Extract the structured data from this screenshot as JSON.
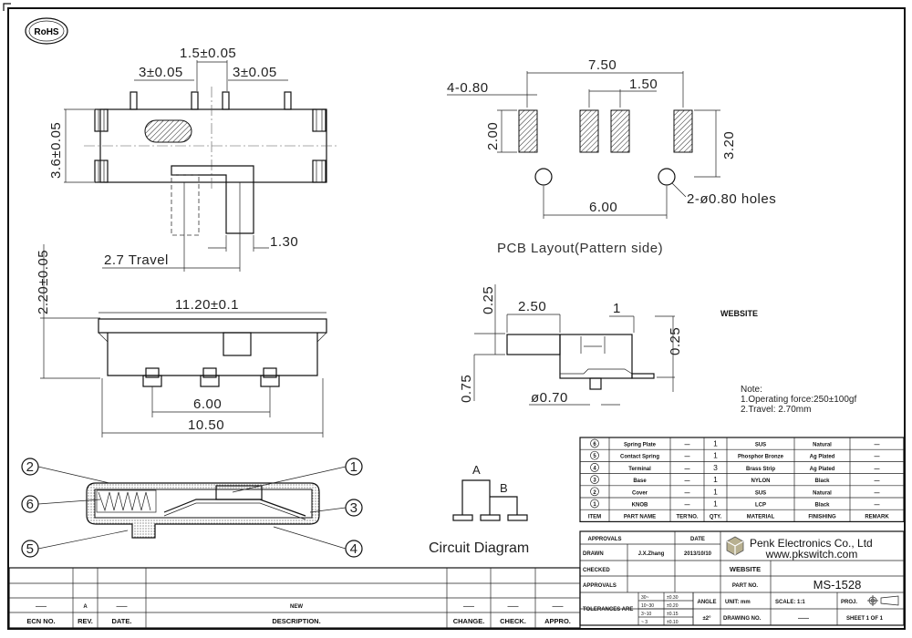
{
  "logo": {
    "text": "RoHS"
  },
  "top_view": {
    "dim_pitch_center": "1.5±0.05",
    "dim_pitch_left": "3±0.05",
    "dim_pitch_right": "3±0.05",
    "dim_width": "3.6±0.05",
    "dim_knob": "1.30",
    "dim_travel": "2.7 Travel"
  },
  "side_view": {
    "dim_height": "2.20±0.05",
    "dim_length": "11.20±0.1",
    "dim_pin_span": "6.00",
    "dim_foot_span": "10.50"
  },
  "section_view": {
    "balloons": [
      "2",
      "6",
      "5",
      "1",
      "3",
      "4"
    ]
  },
  "circuit": {
    "label_a": "A",
    "label_b": "B",
    "title": "Circuit Diagram"
  },
  "pcb": {
    "dim_total": "7.50",
    "dim_pads": "4-0.80",
    "dim_pitch": "1.50",
    "dim_pad_h": "2.00",
    "dim_row": "3.20",
    "dim_holes_span": "6.00",
    "holes": "2-ø0.80 holes",
    "title": "PCB Layout(Pattern side)"
  },
  "end_view": {
    "dim_top": "0.25",
    "dim_lever": "2.50",
    "dim_one": "1",
    "dim_right": "0.25",
    "dim_left": "0.75",
    "dim_pin": "ø0.70"
  },
  "website_label": "WEBSITE",
  "notes": {
    "title": "Note:",
    "line1": "1.Operating  force:250±100gf",
    "line2": "2.Travel:  2.70mm"
  },
  "bom": {
    "headers": [
      "ITEM",
      "PART NAME",
      "TER'NO.",
      "QTY.",
      "MATERIAL",
      "FINISHING",
      "REMARK"
    ],
    "rows": [
      {
        "item": "6",
        "name": "Spring Plate",
        "ter": "—",
        "qty": "1",
        "material": "SUS",
        "finish": "Natural",
        "remark": "—"
      },
      {
        "item": "5",
        "name": "Contact Spring",
        "ter": "—",
        "qty": "1",
        "material": "Phosphor Bronze",
        "finish": "Ag Plated",
        "remark": "—"
      },
      {
        "item": "4",
        "name": "Terminal",
        "ter": "—",
        "qty": "3",
        "material": "Brass Strip",
        "finish": "Ag Plated",
        "remark": "—"
      },
      {
        "item": "3",
        "name": "Base",
        "ter": "—",
        "qty": "1",
        "material": "NYLON",
        "finish": "Black",
        "remark": "—"
      },
      {
        "item": "2",
        "name": "Cover",
        "ter": "—",
        "qty": "1",
        "material": "SUS",
        "finish": "Natural",
        "remark": "—"
      },
      {
        "item": "1",
        "name": "KNOB",
        "ter": "—",
        "qty": "1",
        "material": "LCP",
        "finish": "Black",
        "remark": "—"
      }
    ]
  },
  "title_block": {
    "approvals": "APPROVALS",
    "date": "DATE",
    "drawn": "DRAWN",
    "drawn_by": "J.X.Zhang",
    "drawn_date": "2013/10/10",
    "checked": "CHECKED",
    "approvals2": "APPROVALS",
    "company": "Penk Electronics Co., Ltd",
    "url": "www.pkswitch.com",
    "website": "WEBSITE",
    "part_no_label": "PART NO.",
    "part_no": "MS-1528",
    "tolerances": "TOLERANCES ARE",
    "tol_ranges": [
      "30~",
      "10~30",
      "3~10",
      "~ 3"
    ],
    "tol_values": [
      "±0.30",
      "±0.20",
      "±0.15",
      "±0.10"
    ],
    "angle": "ANGLE",
    "angle_val": "±2°",
    "unit": "UNIT:  mm",
    "scale": "SCALE:   1:1",
    "proj": "PROJ.",
    "drawing_no": "DRAWING NO.",
    "drawing_no_val": "——",
    "sheet": "SHEET  1  OF  1"
  },
  "revision": {
    "headers": [
      "ECN NO.",
      "REV.",
      "DATE.",
      "DESCRIPTION.",
      "CHANGE.",
      "CHECK.",
      "APPRO."
    ],
    "row": [
      "——",
      "A",
      "——",
      "NEW",
      "——",
      "——",
      "——"
    ]
  }
}
